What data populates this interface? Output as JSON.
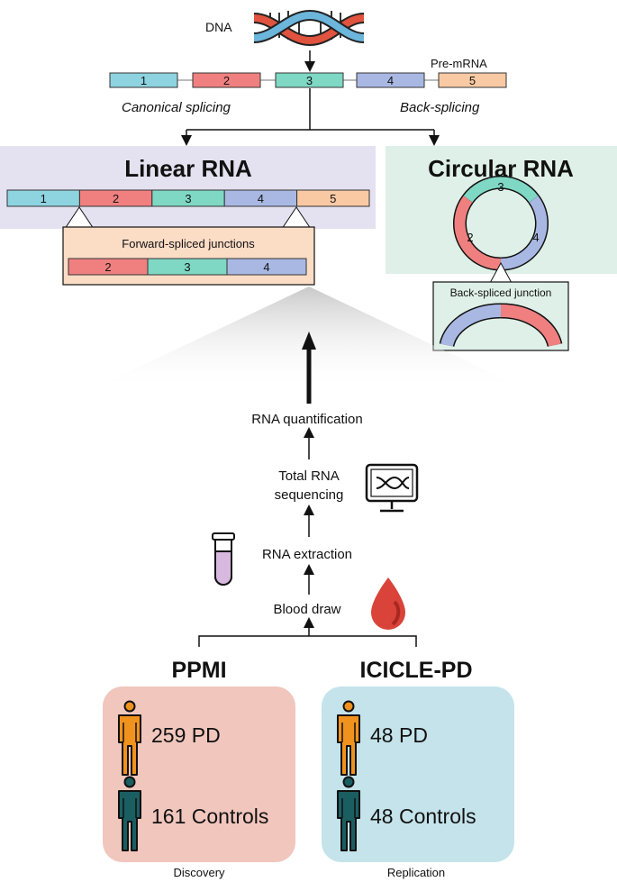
{
  "dna_label": "DNA",
  "pre_mrna_label": "Pre-mRNA",
  "exons": [
    "1",
    "2",
    "3",
    "4",
    "5"
  ],
  "canonical_label": "Canonical splicing",
  "back_splicing_label": "Back-splicing",
  "linear": {
    "title": "Linear RNA",
    "exons": [
      "1",
      "2",
      "3",
      "4",
      "5"
    ],
    "junction_title": "Forward-spliced junctions",
    "junction_exons": [
      "2",
      "3",
      "4"
    ]
  },
  "circular": {
    "title": "Circular RNA",
    "exons": [
      "3",
      "2",
      "4"
    ],
    "junction_title": "Back-spliced junction"
  },
  "pipeline": {
    "quantification": "RNA quantification",
    "sequencing_line1": "Total RNA",
    "sequencing_line2": "sequencing",
    "extraction": "RNA extraction",
    "blood_draw": "Blood draw"
  },
  "cohorts": [
    {
      "name": "PPMI",
      "pd": "259 PD",
      "controls": "161 Controls",
      "role": "Discovery"
    },
    {
      "name": "ICICLE-PD",
      "pd": "48 PD",
      "controls": "48 Controls",
      "role": "Replication"
    }
  ],
  "colors": {
    "exon1": "#8ed3e0",
    "exon2": "#f08080",
    "exon3": "#7fd8c4",
    "exon4": "#a9b8e3",
    "exon5": "#f9c9a4",
    "linear_bg": "#e4e1f0",
    "circular_bg": "#dff0e8",
    "junction_box": "#fbdcc5",
    "ppmi_box": "#f1c6bd",
    "icicle_box": "#c4e3ea",
    "person_pd": "#f0921e",
    "person_control": "#1b5e62",
    "blood": "#d9433a"
  },
  "icons": [
    "dna-helix-icon",
    "test-tube-icon",
    "monitor-dna-icon",
    "blood-drop-icon",
    "person-icon"
  ]
}
